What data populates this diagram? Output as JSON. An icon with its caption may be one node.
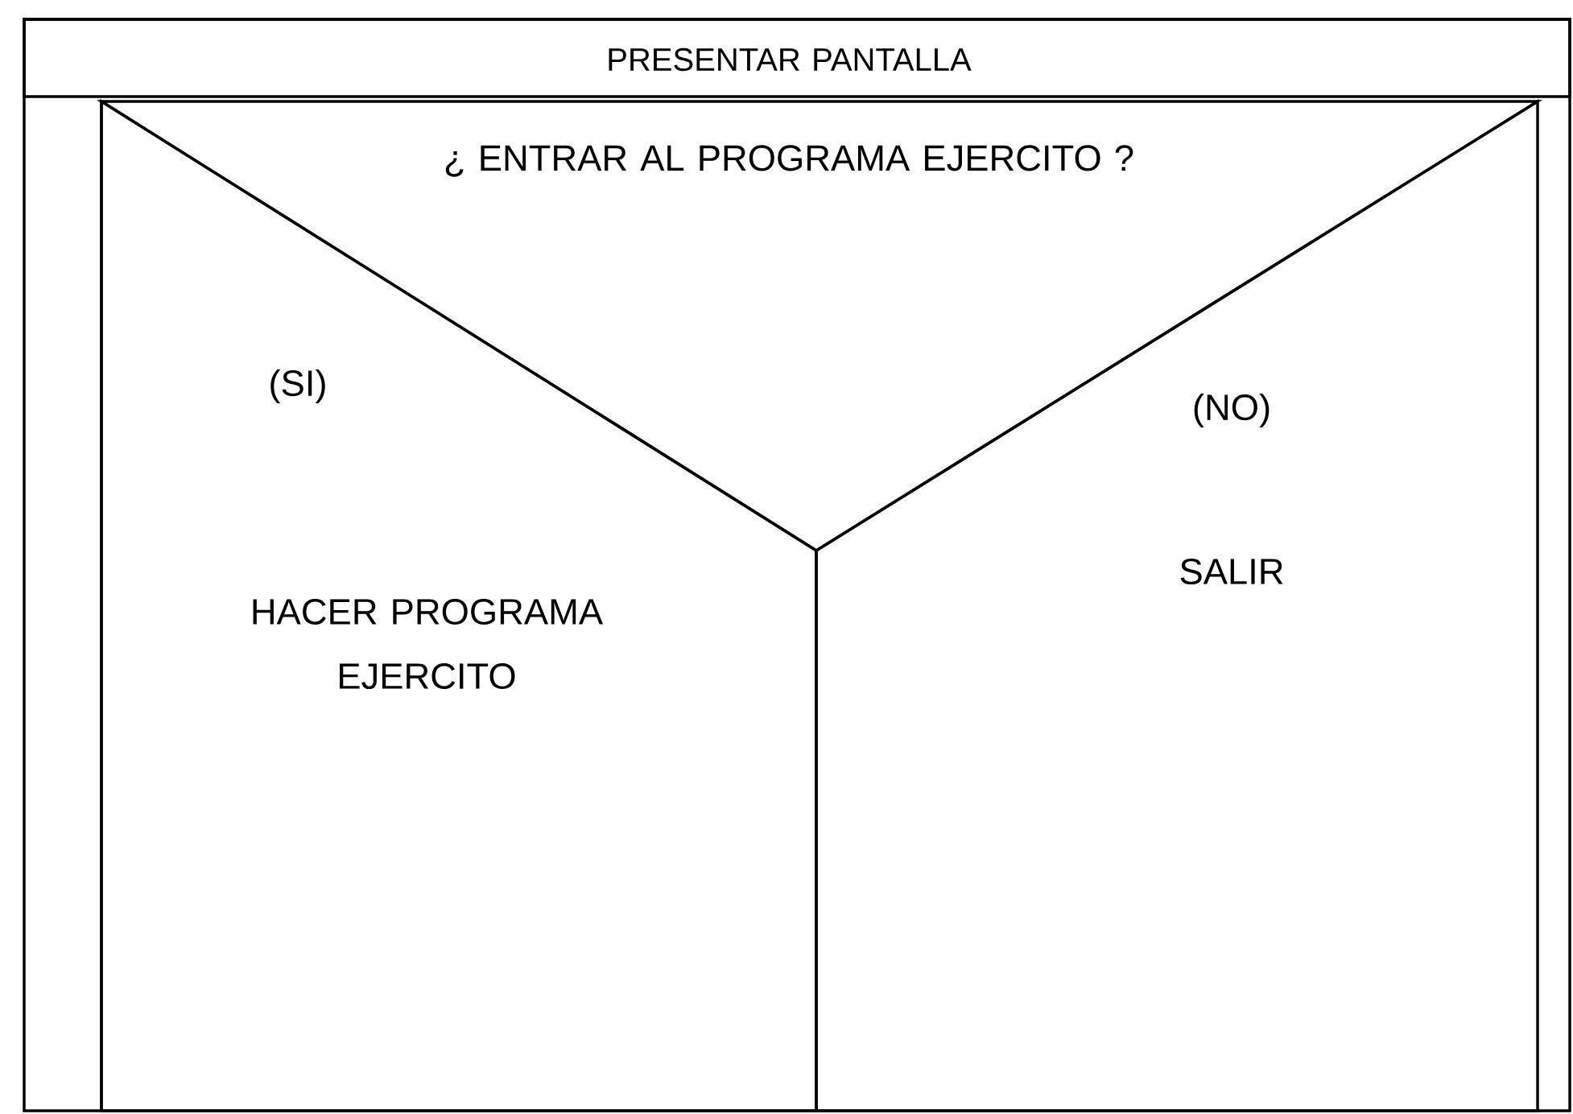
{
  "diagram": {
    "nodes": [
      {
        "text": [
          "PRESENTAR PANTALLA"
        ]
      },
      {
        "text": [
          "¿ ENTRAR AL PROGRAMA EJERCITO ?"
        ]
      },
      {
        "text": [
          "(SI)",
          "HACER PROGRAMA EJERCITO"
        ]
      },
      {
        "text": [
          "(NO)",
          "SALIR"
        ]
      }
    ]
  }
}
